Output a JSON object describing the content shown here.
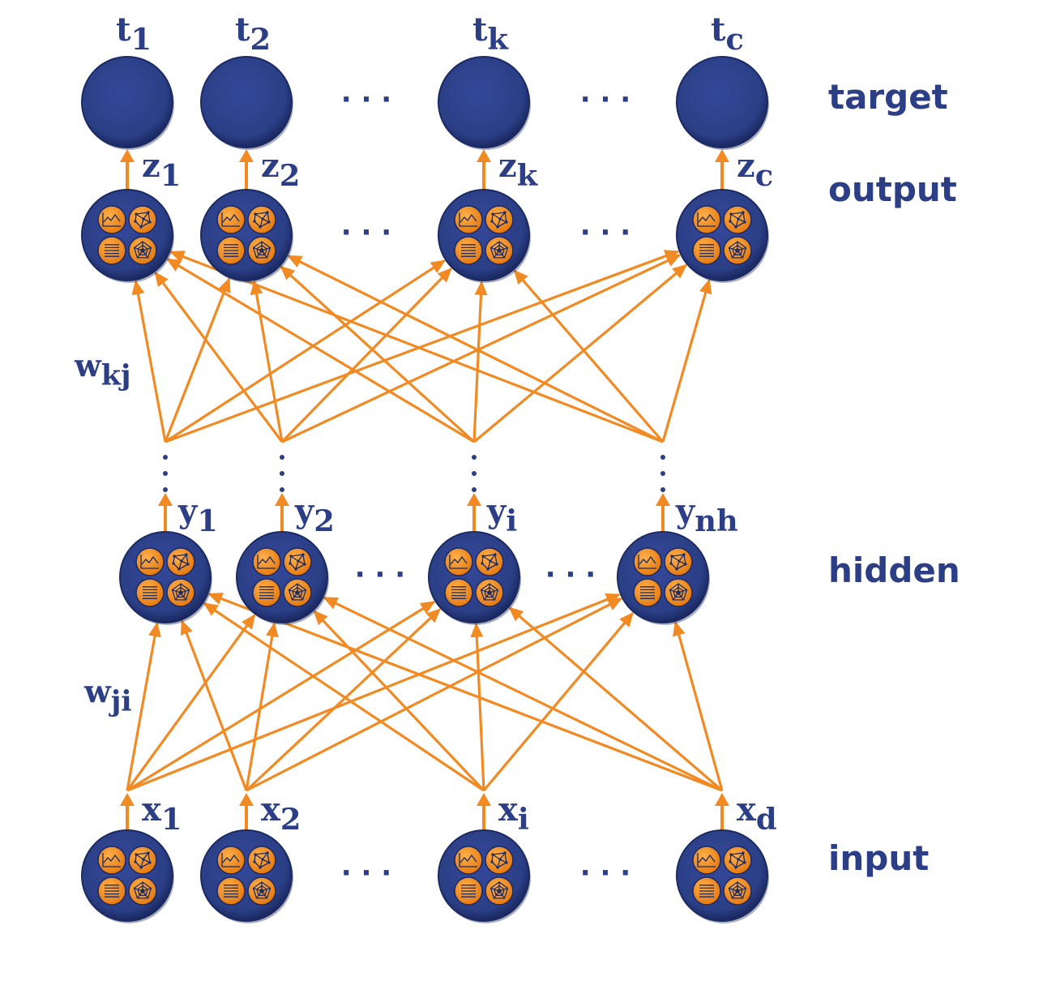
{
  "colors": {
    "node_fill": "#2b3f86",
    "node_rim": "#1b2a63",
    "edge": "#f28a23",
    "icon_fill": "#f18c24",
    "text": "#2c3f86"
  },
  "layers": {
    "target": {
      "label": "target",
      "nodes": [
        {
          "base": "t",
          "sub": "1"
        },
        {
          "base": "t",
          "sub": "2"
        },
        {
          "base": "t",
          "sub": "k"
        },
        {
          "base": "t",
          "sub": "c"
        }
      ]
    },
    "output": {
      "label": "output",
      "nodes": [
        {
          "base": "z",
          "sub": "1"
        },
        {
          "base": "z",
          "sub": "2"
        },
        {
          "base": "z",
          "sub": "k"
        },
        {
          "base": "z",
          "sub": "c"
        }
      ]
    },
    "hidden": {
      "label": "hidden",
      "nodes": [
        {
          "base": "y",
          "sub": "1"
        },
        {
          "base": "y",
          "sub": "2"
        },
        {
          "base": "y",
          "sub": "i"
        },
        {
          "base": "y",
          "sub": "nh"
        }
      ]
    },
    "input": {
      "label": "input",
      "nodes": [
        {
          "base": "x",
          "sub": "1"
        },
        {
          "base": "x",
          "sub": "2"
        },
        {
          "base": "x",
          "sub": "i"
        },
        {
          "base": "x",
          "sub": "d"
        }
      ]
    }
  },
  "weights": {
    "hidden_to_output": {
      "base": "w",
      "sub": "kj"
    },
    "input_to_hidden": {
      "base": "w",
      "sub": "ji"
    }
  },
  "ellipsis": "· · ·",
  "vertical_ellipsis": ":"
}
